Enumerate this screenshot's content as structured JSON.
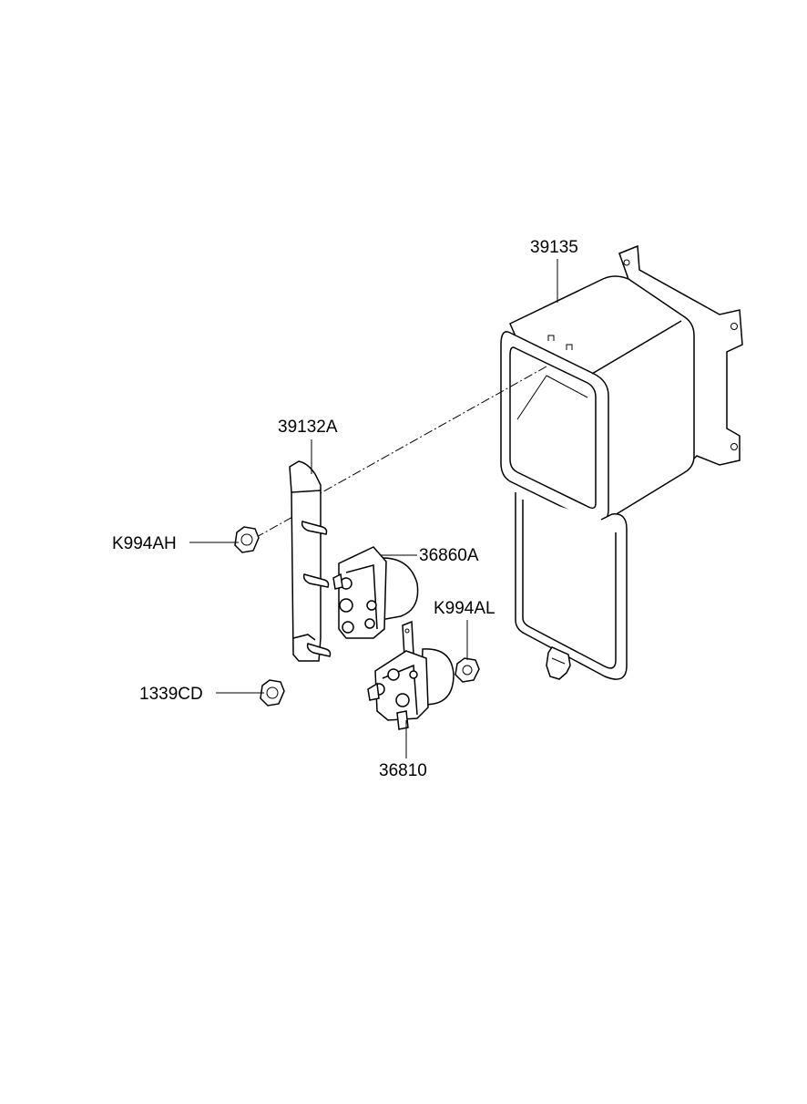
{
  "parts": {
    "box": "39135",
    "bracket": "39132A",
    "nut_upper": "K994AH",
    "relay_upper": "36860A",
    "nut_right": "K994AL",
    "nut_lower": "1339CD",
    "relay_lower": "36810"
  }
}
